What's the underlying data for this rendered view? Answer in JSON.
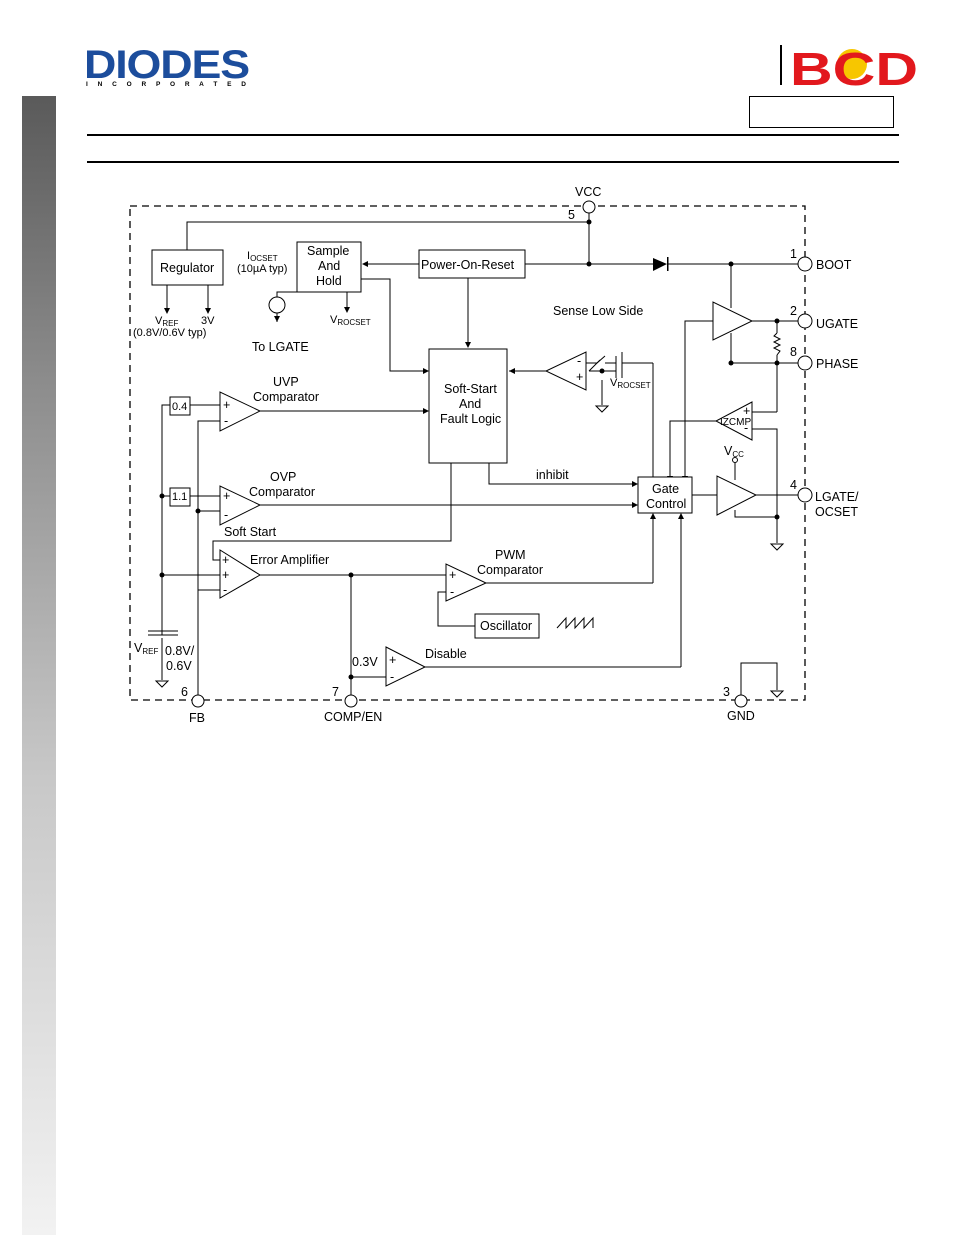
{
  "header": {
    "diodes_logo": "DIODES",
    "diodes_sub": "I N C O R P O R A T E D",
    "bcd_logo": "BCD"
  },
  "colors": {
    "diodes_blue": "#1c4d9c",
    "bcd_red": "#e2181d",
    "bcd_yellow": "#f7c600",
    "sidebar_gray": "#7a7a7a"
  },
  "diagram": {
    "pins": {
      "vcc": "VCC",
      "vcc_num": "5",
      "boot": "BOOT",
      "boot_num": "1",
      "ugate": "UGATE",
      "ugate_num": "2",
      "phase": "PHASE",
      "phase_num": "8",
      "lgate1": "LGATE/",
      "lgate2": "OCSET",
      "lgate_num": "4",
      "gnd": "GND",
      "gnd_num": "3",
      "fb": "FB",
      "fb_num": "6",
      "comp": "COMP/EN",
      "comp_num": "7"
    },
    "blocks": {
      "regulator": "Regulator",
      "sample1": "Sample",
      "sample2": "And",
      "sample3": "Hold",
      "por": "Power-On-Reset",
      "softstart1": "Soft-Start",
      "softstart2": "And",
      "softstart3": "Fault Logic",
      "gate1": "Gate",
      "gate2": "Control",
      "oscillator": "Oscillator",
      "ref04": "0.4",
      "ref11": "1.1"
    },
    "labels": {
      "vref_main": "V",
      "vref_sub": "REF",
      "vref_typ": "(0.8V/0.6V typ)",
      "v3": "3V",
      "iocset_main": "I",
      "iocset_sub": "OCSET",
      "iocset_typ": "(10µA typ)",
      "vrocset_main": "V",
      "vrocset_sub": "ROCSET",
      "vrocset2_main": "V",
      "vrocset2_sub": "ROCSET",
      "to_lgate": "To LGATE",
      "sense_low_side": "Sense Low Side",
      "uvp1": "UVP",
      "uvp2": "Comparator",
      "ovp1": "OVP",
      "ovp2": "Comparator",
      "soft_start": "Soft Start",
      "error_amp": "Error Amplifier",
      "pwm1": "PWM",
      "pwm2": "Comparator",
      "inhibit": "inhibit",
      "izcmp": "IZCMP",
      "vcc_main": "V",
      "vcc_sub": "CC",
      "vref_bot_main": "V",
      "vref_bot_sub": "REF",
      "v08": "0.8V/",
      "v06": "0.6V",
      "v03": "0.3V",
      "disable": "Disable",
      "plus": "+",
      "minus": "-"
    }
  }
}
